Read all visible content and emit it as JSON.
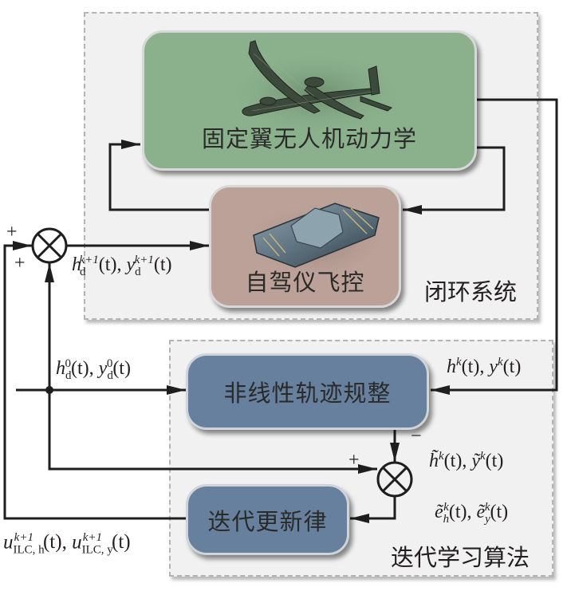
{
  "diagram": {
    "groups": {
      "closed_loop": {
        "label": "闭环系统"
      },
      "ilc": {
        "label": "迭代学习算法"
      }
    },
    "blocks": {
      "uav_dynamics": {
        "label": "固定翼无人机动力学",
        "color": "#8bb08c",
        "image": "airplane-wireframe"
      },
      "autopilot": {
        "label": "自驾仪飞控",
        "color": "#bba197",
        "image": "flight-controller-board"
      },
      "trajectory_regulation": {
        "label": "非线性轨迹规整",
        "color": "#66809d"
      },
      "update_law": {
        "label": "迭代更新律",
        "color": "#66809d"
      }
    },
    "signals": {
      "reference_next": "h_d^{k+1}(t), y_d^{k+1}(t)",
      "reference_initial": "h_d^0(t), y_d^0(t)",
      "output_k": "h^k(t), y^k(t)",
      "regulated_k": "h̃^k(t), ỹ^k(t)",
      "error_k": "ẽ_h^k(t), ẽ_y^k(t)",
      "ilc_input": "u_{ILC,h}^{k+1}(t), u_{ILC,y}^{k+1}(t)"
    },
    "summers": {
      "sum1": {
        "signs": [
          "+",
          "+"
        ]
      },
      "sum2": {
        "signs": [
          "+",
          "−"
        ]
      }
    },
    "text": {
      "h": "h",
      "y": "y",
      "u": "u",
      "e": "e",
      "d": "d",
      "k": "k",
      "kp1": "k+1",
      "zero": "0",
      "t": "(t)",
      "comma": ", ",
      "ilc_h": "ILC, h",
      "ilc_y": "ILC, y",
      "sub_h": "h",
      "sub_y": "y",
      "plus": "+",
      "minus": "−",
      "h_tilde": "h̃",
      "y_tilde": "ỹ",
      "e_tilde": "ẽ"
    }
  }
}
